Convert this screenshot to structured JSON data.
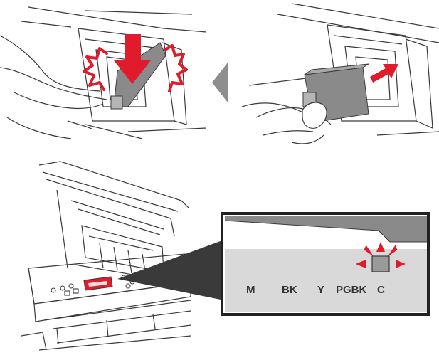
{
  "colors": {
    "line": "#3a3a3a",
    "highlight": "#e01b2b",
    "cartridge": "#8a8a8a",
    "indicator_box": "#9a9a9a",
    "panel_band": "#d9d9d9",
    "arrow_grey": "#8e8e8e"
  },
  "icons": {
    "press_arrow": "down-arrow-icon",
    "lift_arrow": "up-right-arrow-icon",
    "step_arrow": "left-triangle-arrow-icon",
    "blink": "blinking-indicator-icon"
  },
  "ink_labels": {
    "m": "M",
    "bk": "BK",
    "y": "Y",
    "pgbk": "PGBK",
    "c": "C"
  }
}
